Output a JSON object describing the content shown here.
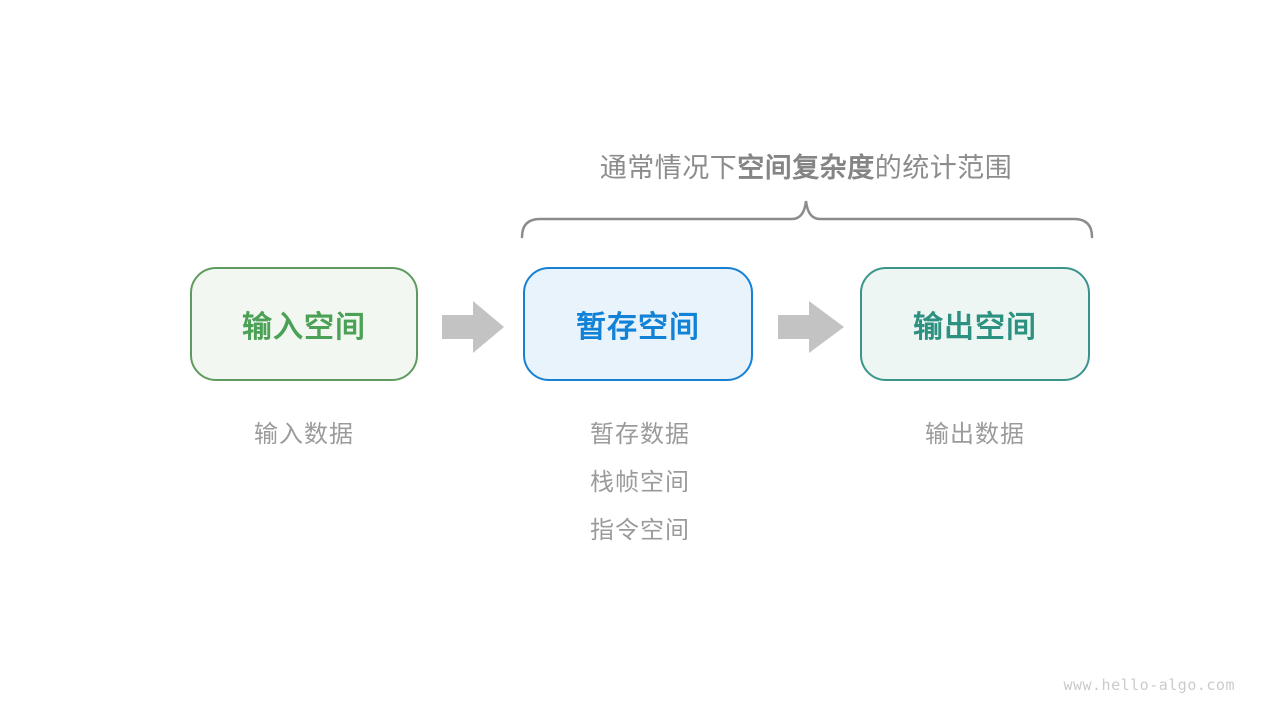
{
  "title": {
    "prefix": "通常情况下",
    "emphasis": "空间复杂度",
    "suffix": "的统计范围"
  },
  "brace": {
    "color": "#8c8c8c",
    "spans_boxes": [
      "暂存空间",
      "输出空间"
    ]
  },
  "boxes": [
    {
      "label": "输入空间",
      "border_color": "#5e9c5e",
      "fill_color": "#f2f8f1",
      "text_color": "#4ba156"
    },
    {
      "label": "暂存空间",
      "border_color": "#1780d2",
      "fill_color": "#e9f3fc",
      "text_color": "#1282d6"
    },
    {
      "label": "输出空间",
      "border_color": "#3b948b",
      "fill_color": "#edf6f3",
      "text_color": "#2d9181"
    }
  ],
  "arrows": {
    "color": "#c3c3c3",
    "count": 2,
    "direction": "right"
  },
  "notes": {
    "input": [
      "输入数据"
    ],
    "temporary": [
      "暂存数据",
      "栈帧空间",
      "指令空间"
    ],
    "output": [
      "输出数据"
    ]
  },
  "watermark": "www.hello-algo.com"
}
